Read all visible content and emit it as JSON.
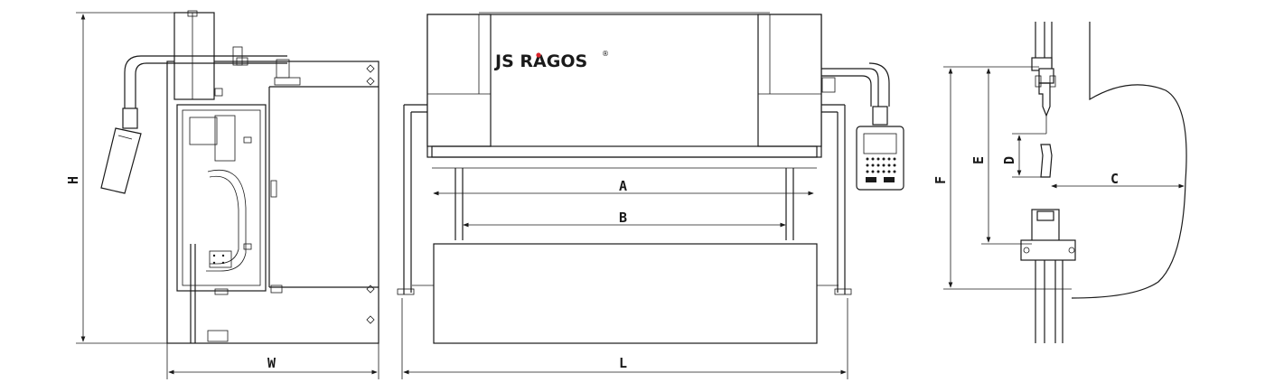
{
  "brand": {
    "name_pre": "JS ",
    "name_r": "R",
    "name_post": "AGOS",
    "registered": "®",
    "accent_color": "#d8232a"
  },
  "dimensions": {
    "H": "H",
    "W": "W",
    "A": "A",
    "B": "B",
    "L": "L",
    "F": "F",
    "E": "E",
    "D": "D",
    "C": "C"
  },
  "views": {
    "side": "side-elevation",
    "front": "front-elevation",
    "throat": "throat-detail"
  }
}
